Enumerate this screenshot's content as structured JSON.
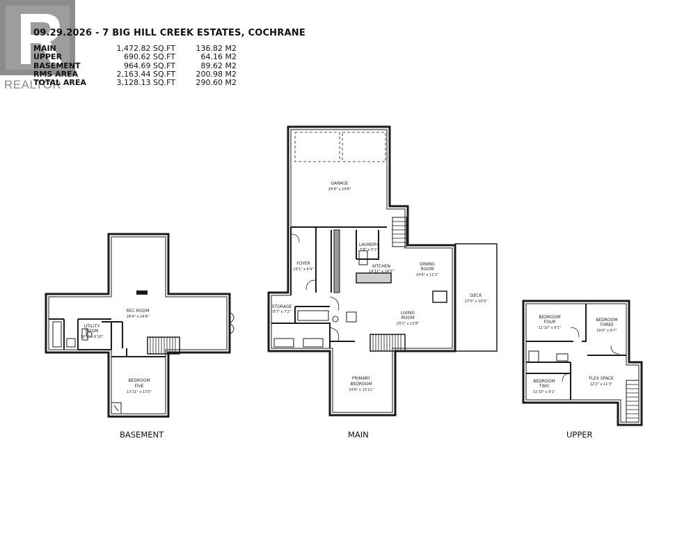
{
  "header": {
    "title": "09.29.2026 - 7 BIG HILL CREEK ESTATES, COCHRANE"
  },
  "logo_text": "REALTOR",
  "areas": [
    {
      "label": "MAIN",
      "sqft": "1,472.82 SQ.FT",
      "m2": "136.82 M2"
    },
    {
      "label": "UPPER",
      "sqft": "690.62 SQ.FT",
      "m2": "64.16 M2"
    },
    {
      "label": "BASEMENT",
      "sqft": "964.69 SQ.FT",
      "m2": "89.62 M2"
    },
    {
      "label": "RMS AREA",
      "sqft": "2,163.44 SQ.FT",
      "m2": "200.98 M2"
    },
    {
      "label": "TOTAL AREA",
      "sqft": "3,128.13 SQ.FT",
      "m2": "290.60 M2"
    }
  ],
  "floors": {
    "basement": "BASEMENT",
    "main": "MAIN",
    "upper": "UPPER"
  },
  "rooms": {
    "rec_room": {
      "name": "REC ROOM",
      "dim": "28'4\" x 24'6\""
    },
    "utility_room": {
      "name": "UTILITY",
      "name2": "ROOM",
      "dim": "10'7\" x 6'10\""
    },
    "bedroom_five": {
      "name": "BEDROOM",
      "name2": "FIVE",
      "dim": "13'11\" x 13'5\""
    },
    "garage": {
      "name": "GARAGE",
      "dim": "24'8\" x 24'8\""
    },
    "laundry": {
      "name": "LAUNDRY",
      "dim": "7'8\" x 5'1\""
    },
    "foyer": {
      "name": "FOYER",
      "dim": "15'1\" x 6'4\""
    },
    "kitchen": {
      "name": "KITCHEN",
      "dim": "14'11\" x 14'5\""
    },
    "dining_room": {
      "name": "DINING",
      "name2": "ROOM",
      "dim": "14'6\" x 11'1\""
    },
    "deck": {
      "name": "DECK",
      "dim": "27'0\" x 10'0\""
    },
    "storage": {
      "name": "STORAGE",
      "dim": "8'7\" x 7'2\""
    },
    "living_room": {
      "name": "LIVING",
      "name2": "ROOM",
      "dim": "23'1\" x 13'8\""
    },
    "primary_bedroom": {
      "name": "PRIMARY",
      "name2": "BEDROOM",
      "dim": "14'6\" x 13'11\""
    },
    "bedroom_four": {
      "name": "BEDROOM",
      "name2": "FOUR",
      "dim": "11'10\" x 9'1\""
    },
    "bedroom_three": {
      "name": "BEDROOM",
      "name2": "THREE",
      "dim": "10'0\" x 9'7\""
    },
    "bedroom_two": {
      "name": "BEDROOM",
      "name2": "TWO",
      "dim": "11'10\" x 9'1\""
    },
    "flex_space": {
      "name": "FLEX SPACE",
      "dim": "12'2\" x 11'3\""
    }
  },
  "colors": {
    "wall": "#1a1a1a",
    "fixture_gray": "#9a9a9a",
    "logo_bg": "#8c8c8c"
  }
}
